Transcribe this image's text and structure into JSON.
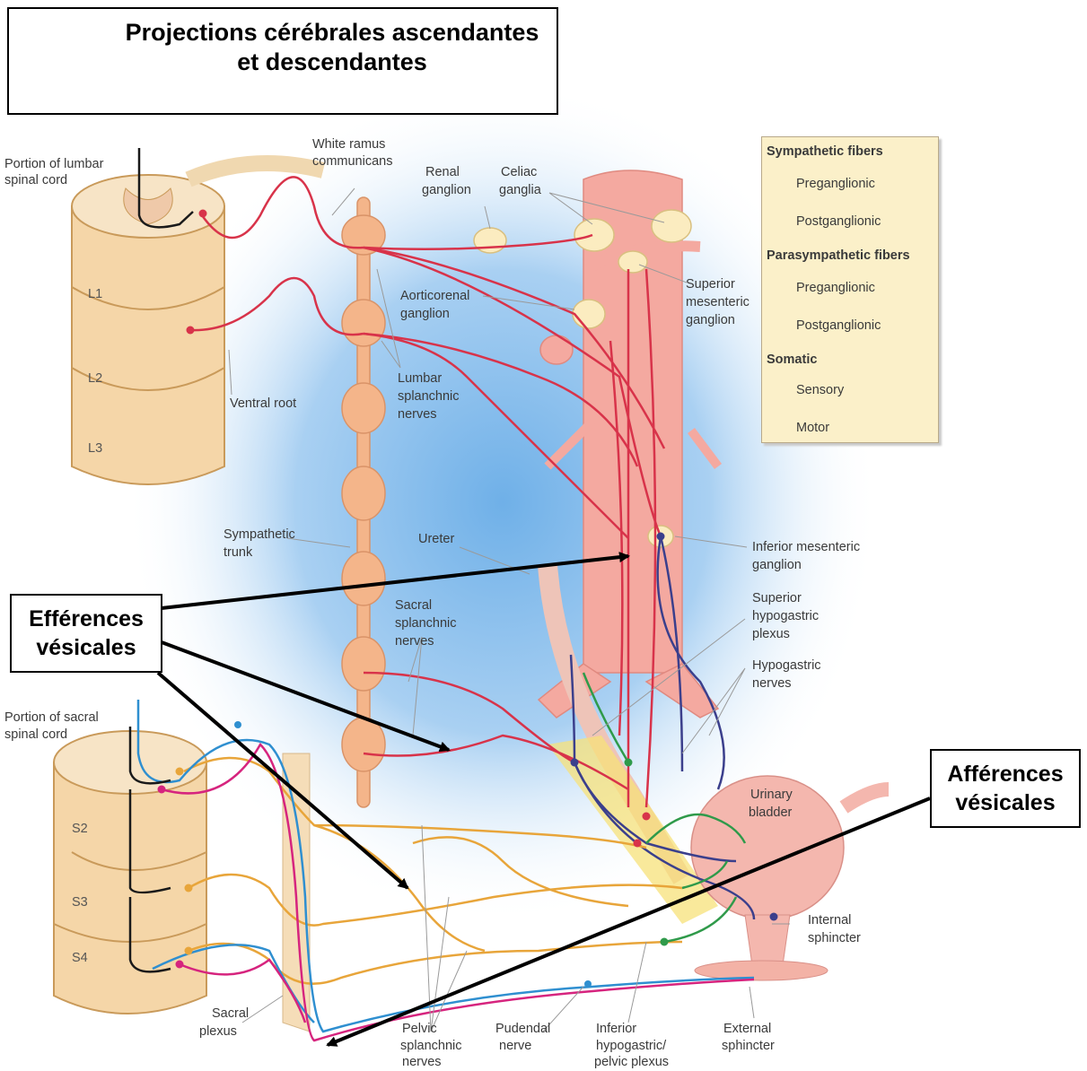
{
  "title_line1": "Projections cérébrales ascendantes",
  "title_line2": "et descendantes",
  "callouts": {
    "efferences_line1": "Efférences",
    "efferences_line2": "vésicales",
    "afferences_line1": "Afférences",
    "afferences_line2": "vésicales"
  },
  "legend": {
    "sympathetic_title": "Sympathetic fibers",
    "parasympathetic_title": "Parasympathetic fibers",
    "somatic_title": "Somatic",
    "preganglionic": "Preganglionic",
    "postganglionic": "Postganglionic",
    "sensory": "Sensory",
    "motor": "Motor",
    "colors": {
      "sympathetic_pre": "#d8334a",
      "sympathetic_post": "#3b3f8c",
      "parasympathetic_pre": "#e8a53a",
      "parasympathetic_post": "#2f9a4a",
      "sensory": "#2f8fd0",
      "motor": "#d6247e"
    }
  },
  "labels": {
    "lumbar_cord_1": "Portion of lumbar",
    "lumbar_cord_2": "spinal cord",
    "white_ramus_1": "White ramus",
    "white_ramus_2": "communicans",
    "renal_ganglion_1": "Renal",
    "renal_ganglion_2": "ganglion",
    "celiac_1": "Celiac",
    "celiac_2": "ganglia",
    "sup_mes_1": "Superior",
    "sup_mes_2": "mesenteric",
    "sup_mes_3": "ganglion",
    "aorticorenal_1": "Aorticorenal",
    "aorticorenal_2": "ganglion",
    "l1": "L1",
    "l2": "L2",
    "l3": "L3",
    "ventral_root": "Ventral root",
    "lumbar_splanchnic_1": "Lumbar",
    "lumbar_splanchnic_2": "splanchnic",
    "lumbar_splanchnic_3": "nerves",
    "sympathetic_trunk_1": "Sympathetic",
    "sympathetic_trunk_2": "trunk",
    "ureter": "Ureter",
    "inf_mes_1": "Inferior mesenteric",
    "inf_mes_2": "ganglion",
    "sacral_splanchnic_1": "Sacral",
    "sacral_splanchnic_2": "splanchnic",
    "sacral_splanchnic_3": "nerves",
    "sup_hypogastric_1": "Superior",
    "sup_hypogastric_2": "hypogastric",
    "sup_hypogastric_3": "plexus",
    "hypogastric_nerves_1": "Hypogastric",
    "hypogastric_nerves_2": "nerves",
    "sacral_cord_1": "Portion of sacral",
    "sacral_cord_2": "spinal cord",
    "s2": "S2",
    "s3": "S3",
    "s4": "S4",
    "urinary_bladder_1": "Urinary",
    "urinary_bladder_2": "bladder",
    "internal_sphincter_1": "Internal",
    "internal_sphincter_2": "sphincter",
    "sacral_plexus_1": "Sacral",
    "sacral_plexus_2": "plexus",
    "pelvic_splanchnic_1": "Pelvic",
    "pelvic_splanchnic_2": "splanchnic",
    "pelvic_splanchnic_3": "nerves",
    "pudendal_1": "Pudendal",
    "pudendal_2": "nerve",
    "inferior_hypogastric_1": "Inferior",
    "inferior_hypogastric_2": "hypogastric/",
    "inferior_hypogastric_3": "pelvic plexus",
    "external_sphincter_1": "External",
    "external_sphincter_2": "sphincter"
  }
}
